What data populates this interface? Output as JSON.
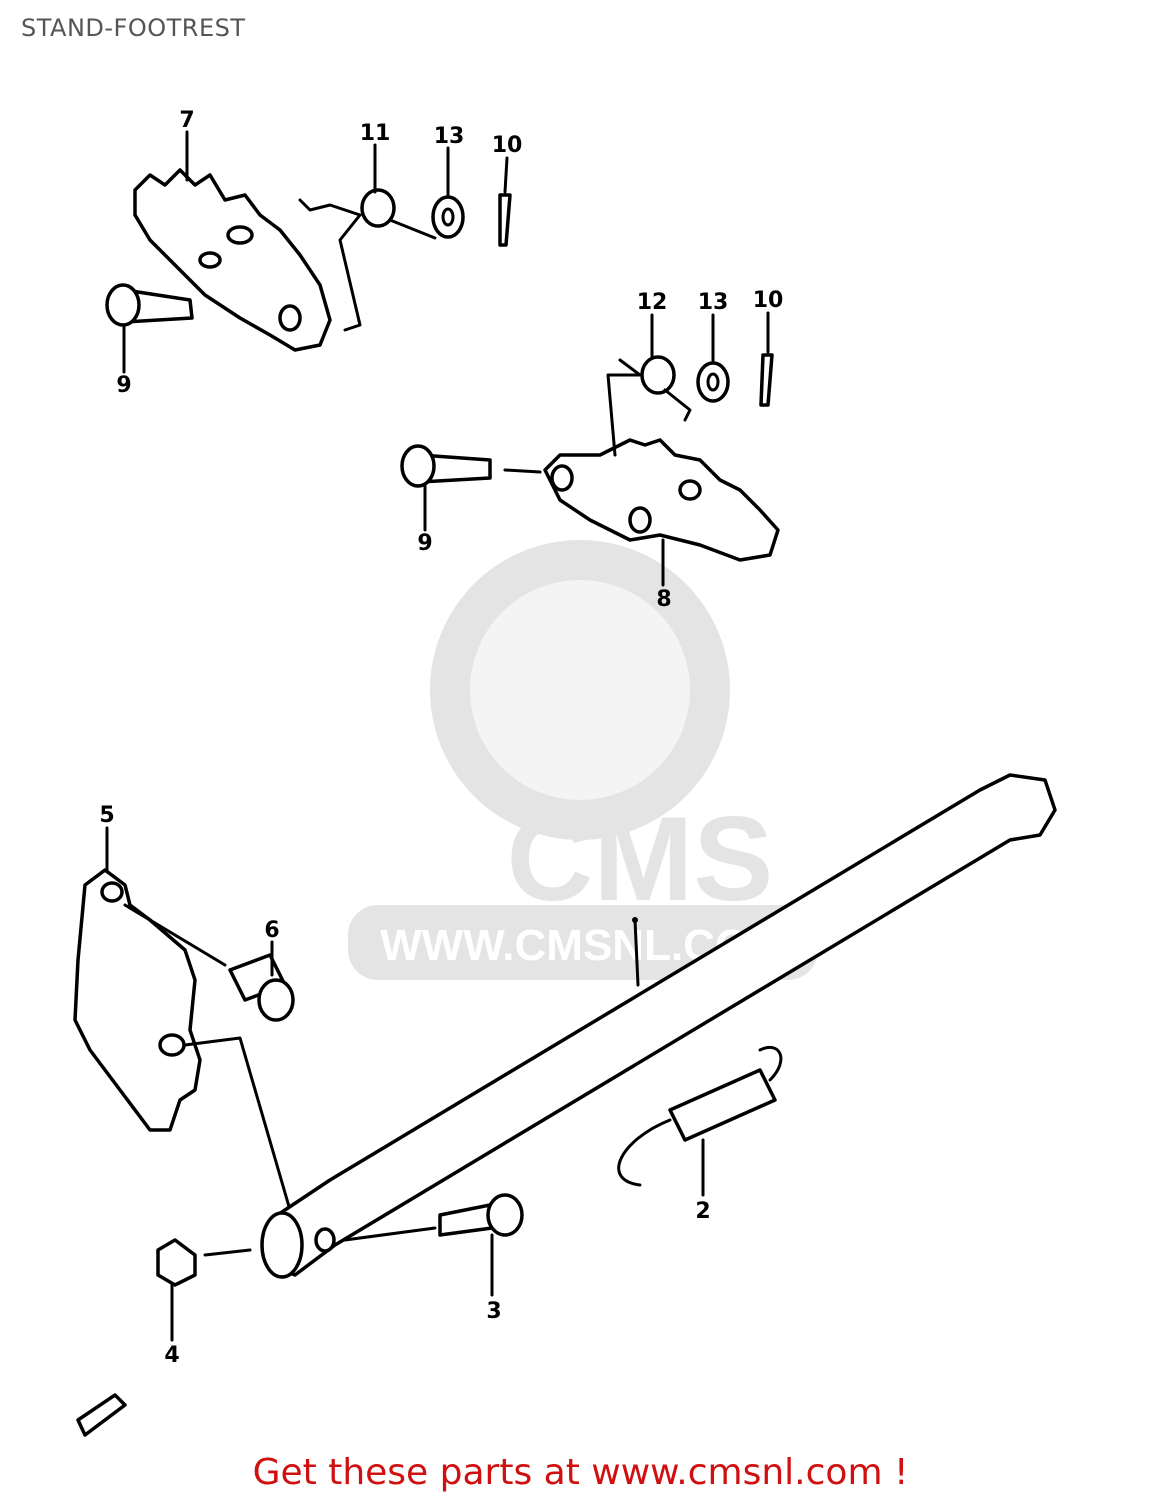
{
  "title": "STAND-FOOTREST",
  "watermark": {
    "logo_text": "CMS",
    "url_text": "WWW.CMSNL.COM"
  },
  "footer": {
    "text": "Get these parts at www.cmsnl.com !"
  },
  "callouts": [
    {
      "id": "7"
    },
    {
      "id": "11"
    },
    {
      "id": "13"
    },
    {
      "id": "10"
    },
    {
      "id": "9"
    },
    {
      "id": "12"
    },
    {
      "id": "13"
    },
    {
      "id": "10"
    },
    {
      "id": "9"
    },
    {
      "id": "8"
    },
    {
      "id": "5"
    },
    {
      "id": "6"
    },
    {
      "id": "2"
    },
    {
      "id": "3"
    },
    {
      "id": "4"
    }
  ]
}
